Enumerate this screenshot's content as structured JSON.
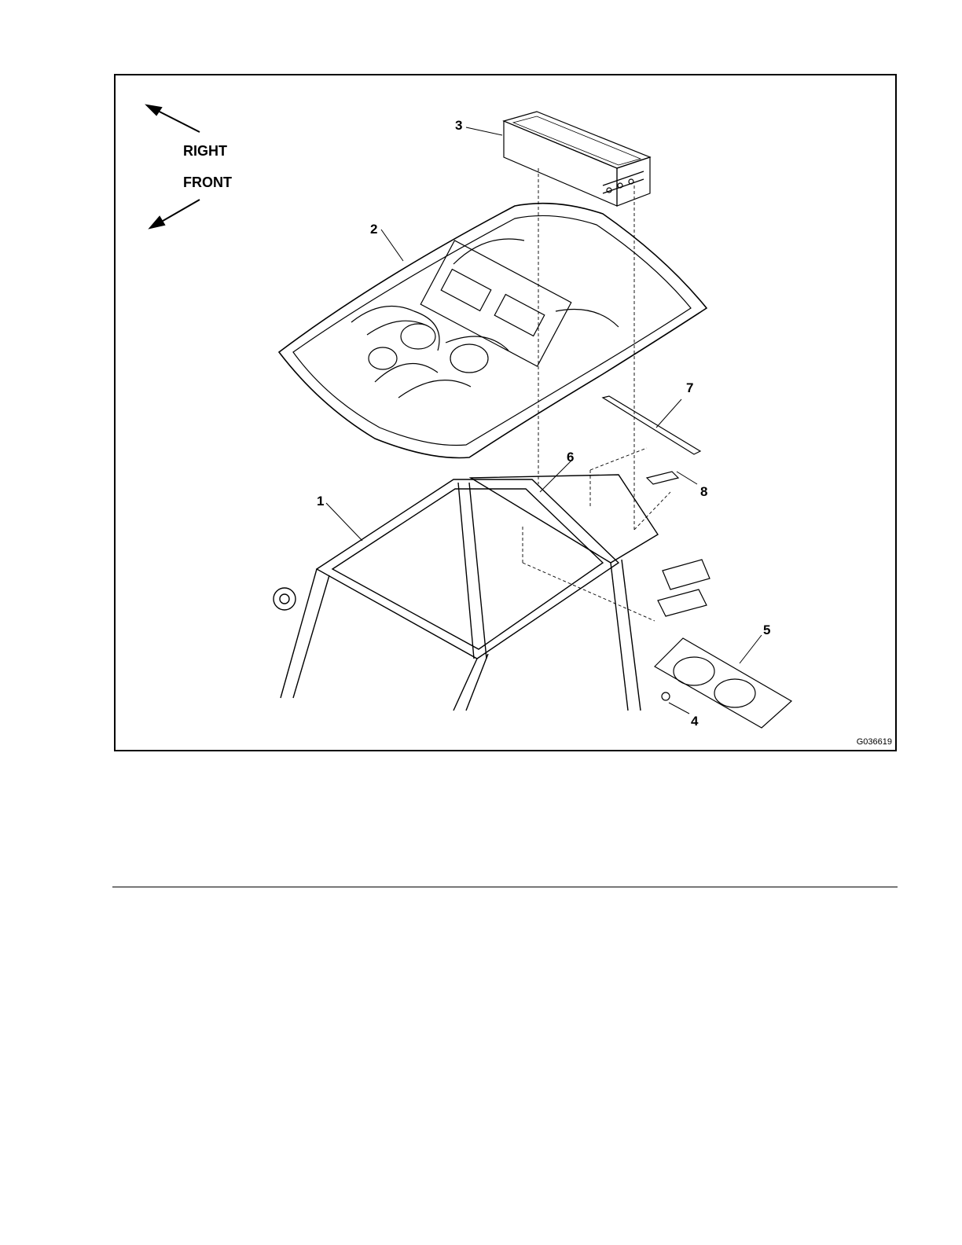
{
  "figure": {
    "id_label": "G036619",
    "directions": {
      "right": "RIGHT",
      "front": "FRONT"
    },
    "callouts": [
      "1",
      "2",
      "3",
      "4",
      "5",
      "6",
      "7",
      "8"
    ],
    "illustration": "exploded-assembly-cab-roof"
  },
  "colors": {
    "line": "#000000",
    "background": "#ffffff"
  }
}
